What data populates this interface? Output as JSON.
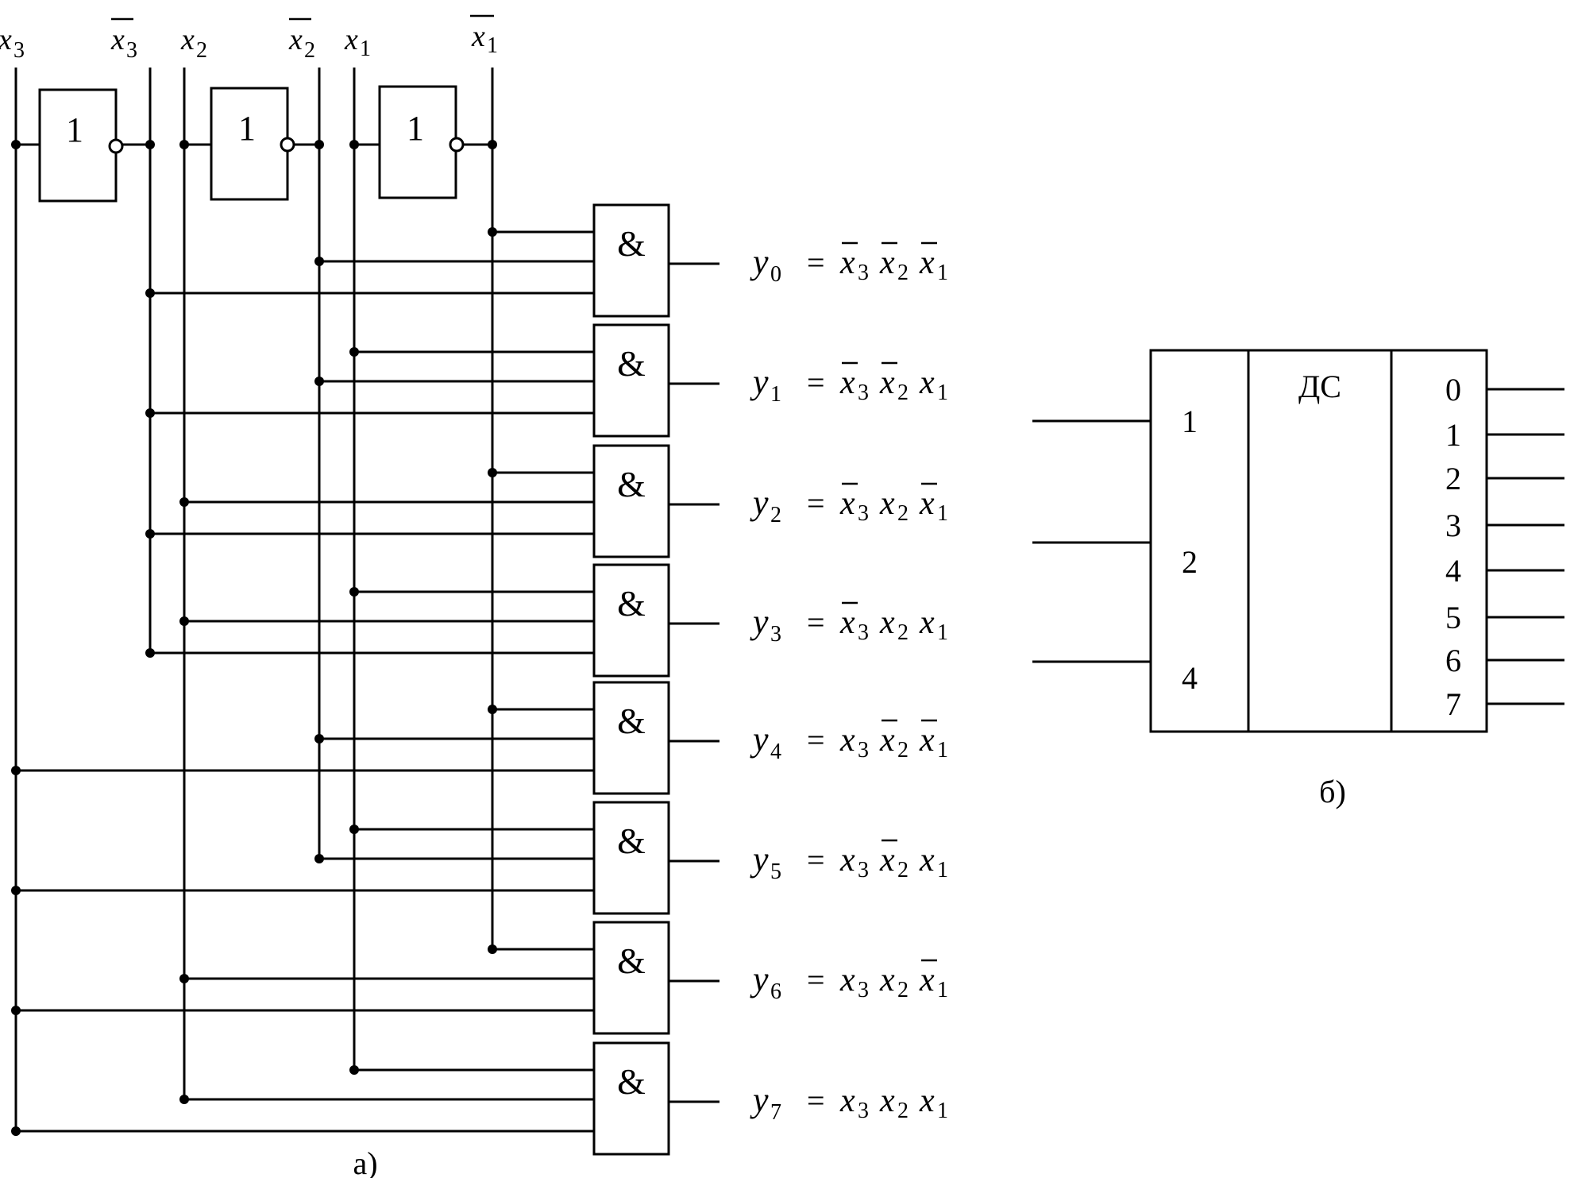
{
  "inputs": [
    {
      "var": "x",
      "sub": "3",
      "bar": false
    },
    {
      "var": "x",
      "sub": "3",
      "bar": true
    },
    {
      "var": "x",
      "sub": "2",
      "bar": false
    },
    {
      "var": "x",
      "sub": "2",
      "bar": true
    },
    {
      "var": "x",
      "sub": "1",
      "bar": false
    },
    {
      "var": "x",
      "sub": "1",
      "bar": true
    }
  ],
  "inverter_label": "1",
  "and_label": "&",
  "outputs": [
    {
      "y": "y",
      "sub": "0",
      "eq": "=",
      "terms": [
        {
          "v": "x",
          "s": "3",
          "bar": true
        },
        {
          "v": "x",
          "s": "2",
          "bar": true
        },
        {
          "v": "x",
          "s": "1",
          "bar": true
        }
      ]
    },
    {
      "y": "y",
      "sub": "1",
      "eq": "=",
      "terms": [
        {
          "v": "x",
          "s": "3",
          "bar": true
        },
        {
          "v": "x",
          "s": "2",
          "bar": true
        },
        {
          "v": "x",
          "s": "1",
          "bar": false
        }
      ]
    },
    {
      "y": "y",
      "sub": "2",
      "eq": "=",
      "terms": [
        {
          "v": "x",
          "s": "3",
          "bar": true
        },
        {
          "v": "x",
          "s": "2",
          "bar": false
        },
        {
          "v": "x",
          "s": "1",
          "bar": true
        }
      ]
    },
    {
      "y": "y",
      "sub": "3",
      "eq": "=",
      "terms": [
        {
          "v": "x",
          "s": "3",
          "bar": true
        },
        {
          "v": "x",
          "s": "2",
          "bar": false
        },
        {
          "v": "x",
          "s": "1",
          "bar": false
        }
      ]
    },
    {
      "y": "y",
      "sub": "4",
      "eq": "=",
      "terms": [
        {
          "v": "x",
          "s": "3",
          "bar": false
        },
        {
          "v": "x",
          "s": "2",
          "bar": true
        },
        {
          "v": "x",
          "s": "1",
          "bar": true
        }
      ]
    },
    {
      "y": "y",
      "sub": "5",
      "eq": "=",
      "terms": [
        {
          "v": "x",
          "s": "3",
          "bar": false
        },
        {
          "v": "x",
          "s": "2",
          "bar": true
        },
        {
          "v": "x",
          "s": "1",
          "bar": false
        }
      ]
    },
    {
      "y": "y",
      "sub": "6",
      "eq": "=",
      "terms": [
        {
          "v": "x",
          "s": "3",
          "bar": false
        },
        {
          "v": "x",
          "s": "2",
          "bar": false
        },
        {
          "v": "x",
          "s": "1",
          "bar": true
        }
      ]
    },
    {
      "y": "y",
      "sub": "7",
      "eq": "=",
      "terms": [
        {
          "v": "x",
          "s": "3",
          "bar": false
        },
        {
          "v": "x",
          "s": "2",
          "bar": false
        },
        {
          "v": "x",
          "s": "1",
          "bar": false
        }
      ]
    }
  ],
  "caption_a": "а)",
  "decoder": {
    "title": "ДС",
    "input_labels": [
      "1",
      "2",
      "4"
    ],
    "output_labels": [
      "0",
      "1",
      "2",
      "3",
      "4",
      "5",
      "6",
      "7"
    ]
  },
  "caption_b": "б)"
}
